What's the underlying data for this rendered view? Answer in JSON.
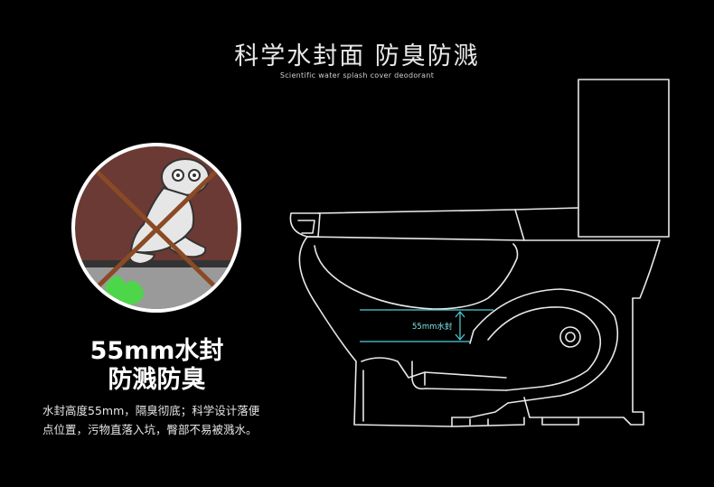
{
  "header": {
    "title": "科学水封面  防臭防溅",
    "subtitle": "Scientific water splash cover deodorant"
  },
  "headline": {
    "line1": "55mm水封",
    "line2": "防溅防臭"
  },
  "description": {
    "line1": "水封高度55mm，隔臭彻底；科学设计落便",
    "line2": "点位置，污物直落入坑，臀部不易被溅水。"
  },
  "diagram": {
    "seal_label": "55mm水封"
  },
  "colors": {
    "background": "#000000",
    "circle_fill": "#6b3a34",
    "cross": "#8a4a25",
    "seal_line": "#4fd0dc",
    "green_water": "#4dd64a"
  },
  "icons": {
    "bad_smell_illustration": "crossed-out-person-icon",
    "toilet_cross_section": "toilet-outline-icon"
  }
}
